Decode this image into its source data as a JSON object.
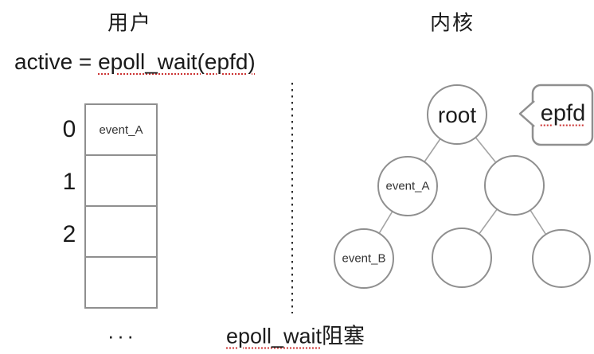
{
  "titles": {
    "user": "用户",
    "kernel": "内核"
  },
  "code_line": {
    "prefix": "active = ",
    "call": "epoll_wait(epfd)"
  },
  "user_array": {
    "indices": [
      "0",
      "1",
      "2"
    ],
    "cells": [
      "event_A",
      "",
      "",
      ""
    ],
    "ellipsis": "..."
  },
  "kernel_tree": {
    "type": "binary-tree",
    "nodes": [
      {
        "id": "root",
        "label": "root"
      },
      {
        "id": "left_child",
        "label": "event_A"
      },
      {
        "id": "right_child",
        "label": ""
      },
      {
        "id": "left_grandchild",
        "label": "event_B"
      },
      {
        "id": "middle_grandchild",
        "label": ""
      },
      {
        "id": "right_grandchild",
        "label": ""
      }
    ],
    "edges": [
      [
        "root",
        "left_child"
      ],
      [
        "root",
        "right_child"
      ],
      [
        "left_child",
        "left_grandchild"
      ],
      [
        "right_child",
        "middle_grandchild"
      ],
      [
        "right_child",
        "right_grandchild"
      ]
    ]
  },
  "bubble": {
    "label": "epfd"
  },
  "caption": {
    "highlight": "epoll_wait",
    "suffix": "阻塞"
  },
  "colors": {
    "stroke": "#8f8f8f",
    "edge": "#a3a3a3",
    "text": "#1a1a1a",
    "squiggle": "#cc3333"
  }
}
